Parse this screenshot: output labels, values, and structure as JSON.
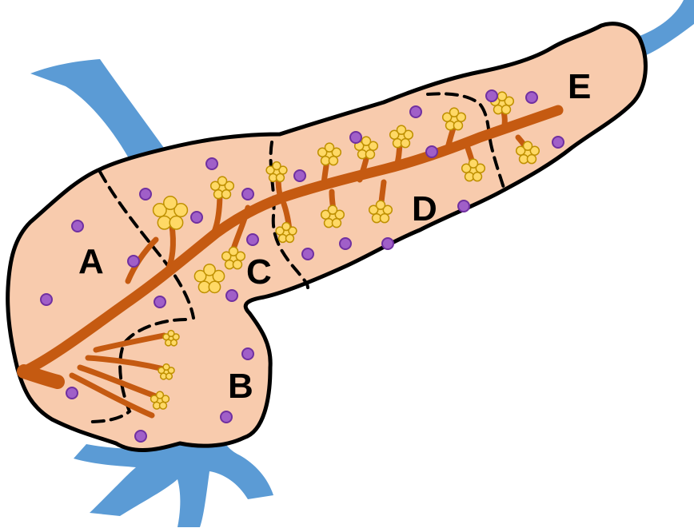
{
  "labels": {
    "A": "A",
    "B": "B",
    "C": "C",
    "D": "D",
    "E": "E"
  },
  "colors": {
    "vessel": "#5b9bd5",
    "tissue": "#f8cbad",
    "outline": "#000000",
    "duct": "#c55a11",
    "islet_fill": "#ffd966",
    "islet_stroke": "#bf9000",
    "cell_fill": "#a05fc8",
    "cell_stroke": "#7030a0"
  },
  "icons": {
    "islet": "acinar-cluster-icon",
    "cell": "purple-cell-icon"
  }
}
